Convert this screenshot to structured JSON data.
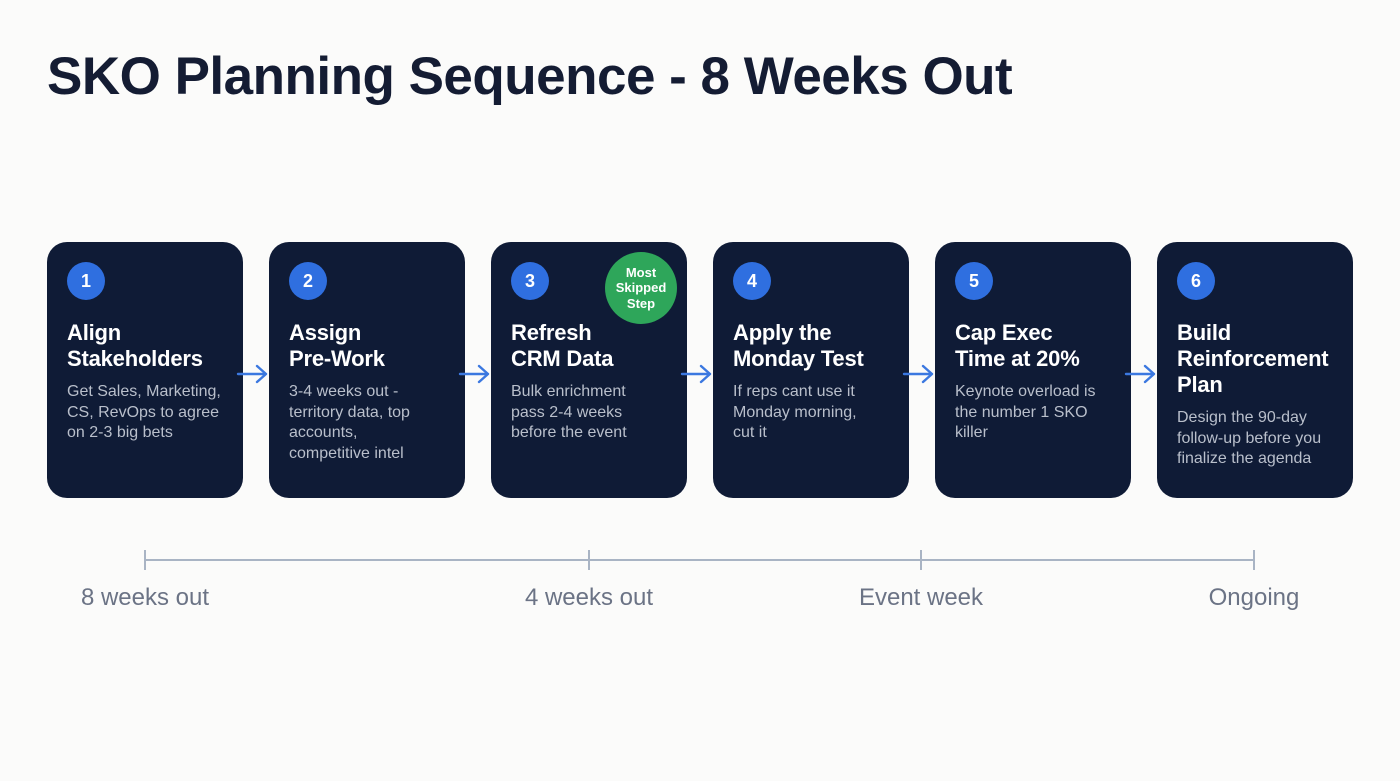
{
  "title": "SKO Planning Sequence - 8 Weeks Out",
  "colors": {
    "background": "#fbfbfa",
    "title": "#141c33",
    "card_bg": "#0f1b36",
    "step_circle": "#2f6fe0",
    "badge": "#2ea65a",
    "arrow": "#3b78e0",
    "timeline": "#a9b4c4",
    "timeline_label": "#6b7385"
  },
  "steps": [
    {
      "number": "1",
      "title": "Align\nStakeholders",
      "description": "Get Sales, Marketing,\nCS, RevOps to agree\non 2-3 big bets"
    },
    {
      "number": "2",
      "title": "Assign\nPre-Work",
      "description": "3-4 weeks out -\nterritory data, top\naccounts,\ncompetitive intel"
    },
    {
      "number": "3",
      "title": "Refresh\nCRM Data",
      "description": "Bulk enrichment\npass 2-4 weeks\nbefore the event",
      "badge": "Most\nSkipped\nStep"
    },
    {
      "number": "4",
      "title": "Apply the\nMonday Test",
      "description": "If reps cant use it\nMonday morning,\ncut it"
    },
    {
      "number": "5",
      "title": "Cap Exec\nTime at 20%",
      "description": "Keynote overload is\nthe number 1 SKO\nkiller"
    },
    {
      "number": "6",
      "title": "Build\nReinforcement\nPlan",
      "description": "Design the 90-day\nfollow-up before you\nfinalize the agenda"
    }
  ],
  "timeline": {
    "markers": [
      {
        "label": "8 weeks out"
      },
      {
        "label": "4 weeks out"
      },
      {
        "label": "Event week"
      },
      {
        "label": "Ongoing"
      }
    ]
  }
}
